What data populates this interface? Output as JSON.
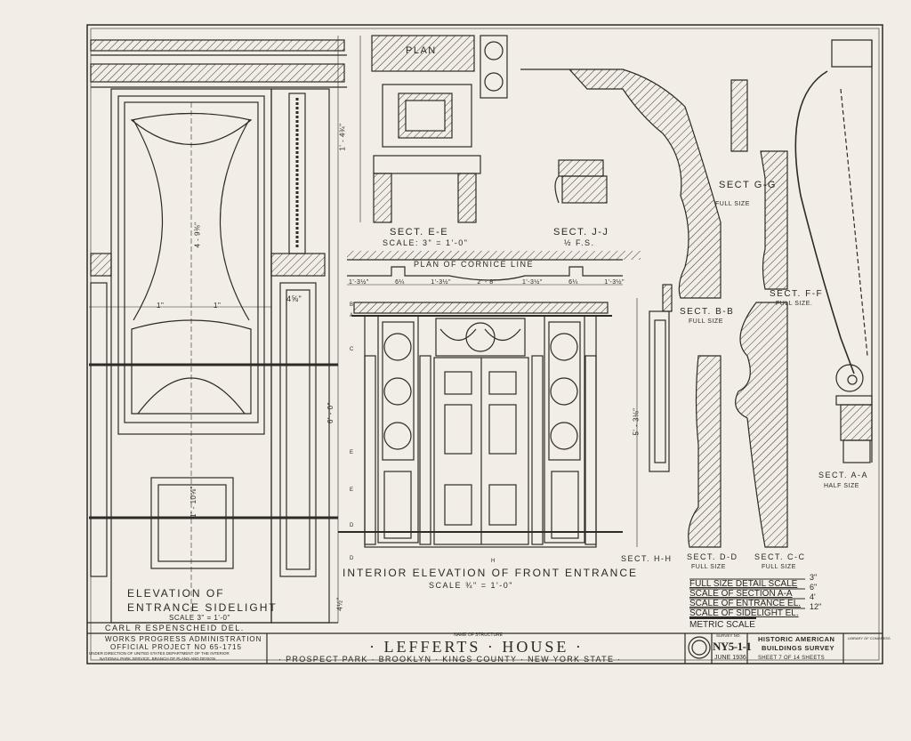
{
  "drawing": {
    "structure_label": "NAME OF STRUCTURE",
    "structure_name": "· LEFFERTS · HOUSE ·",
    "location": "· PROSPECT PARK · BROOKLYN · KINGS COUNTY · NEW YORK STATE ·",
    "delineator": "CARL R ESPENSCHEID DEL.",
    "agency_line1": "WORKS PROGRESS ADMINISTRATION",
    "agency_line2": "OFFICIAL PROJECT NO 65-1715",
    "agency_line3": "UNDER DIRECTION OF UNITED STATES DEPARTMENT OF THE INTERIOR",
    "agency_line4": "NATIONAL PARK SERVICE, BRANCH OF PLANS AND DESIGN",
    "survey_label": "SURVEY NO.",
    "survey_no": "NY5-1-1",
    "survey_date": "JUNE 1936",
    "habs_line1": "HISTORIC AMERICAN",
    "habs_line2": "BUILDINGS SURVEY",
    "sheet": "SHEET 7 OF 14 SHEETS",
    "lc_note": "LIBRARY OF CONGRESS"
  },
  "views": {
    "sidelight_title1": "ELEVATION OF",
    "sidelight_title2": "ENTRANCE SIDELIGHT",
    "sidelight_scale": "SCALE 3\" = 1'-0\"",
    "plan": "PLAN",
    "sect_ee": "SECT. E-E",
    "sect_ee_scale": "SCALE: 3\" = 1'-0\"",
    "sect_jj": "SECT. J-J",
    "sect_jj_scale": "½ F.S.",
    "cornice_plan": "PLAN OF CORNICE LINE",
    "cornice_dims": [
      "1'-3½\"",
      "6¼",
      "1'-3½\"",
      "2' - 8\"",
      "1'-3½\"",
      "6¼",
      "1'-3½\""
    ],
    "interior_title": "INTERIOR ELEVATION OF FRONT ENTRANCE",
    "interior_scale": "SCALE ¾\" = 1'-0\"",
    "sect_gg": "SECT G-G",
    "sect_gg_scale": "FULL SIZE",
    "sect_ff": "SECT. F-F",
    "sect_ff_scale": "FULL SIZE.",
    "sect_bb": "SECT. B-B",
    "sect_bb_scale": "FULL SIZE",
    "sect_hh": "SECT. H-H",
    "sect_dd": "SECT. D-D",
    "sect_dd_scale": "FULL SIZE",
    "sect_cc": "SECT. C-C",
    "sect_cc_scale": "FULL SIZE",
    "sect_aa": "SECT. A-A",
    "sect_aa_scale": "HALF SIZE",
    "dims": [
      "4⅝\"",
      "1\"",
      "1\"",
      "4 - 9⅜\"",
      "1' - 4¾\"",
      "6' - 0\"",
      "1' - 10⅝\"",
      "4½\"",
      "5' - 3⅛\""
    ],
    "markers": [
      "B",
      "A",
      "C",
      "E",
      "E",
      "D",
      "D",
      "H"
    ]
  },
  "scales": [
    {
      "label": "FULL SIZE DETAIL SCALE",
      "end": "3\""
    },
    {
      "label": "SCALE OF SECTION A-A",
      "end": "6\""
    },
    {
      "label": "SCALE OF ENTRANCE EL.",
      "end": "4'"
    },
    {
      "label": "SCALE OF SIDELIGHT EL.",
      "end": "12\""
    },
    {
      "label": "METRIC SCALE",
      "end": ""
    }
  ]
}
